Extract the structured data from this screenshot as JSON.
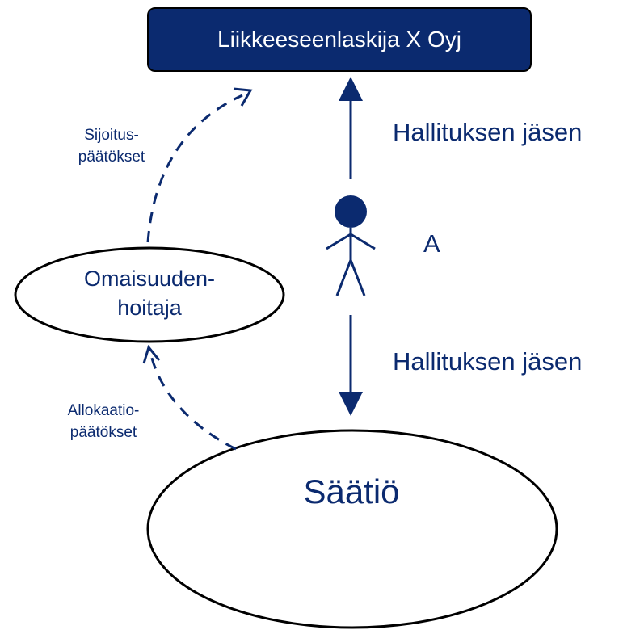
{
  "diagram": {
    "issuer": "Liikkeeseenlaskija X Oyj",
    "person": "A",
    "board_member_upper": "Hallituksen jäsen",
    "board_member_lower": "Hallituksen jäsen",
    "asset_manager_line1": "Omaisuuden-",
    "asset_manager_line2": "hoitaja",
    "foundation": "Säätiö",
    "investment_line1": "Sijoitus-",
    "investment_line2": "päätökset",
    "allocation_line1": "Allokaatio-",
    "allocation_line2": "päätökset",
    "colors": {
      "accent": "#0b2a6f",
      "outline": "#000000",
      "background": "#ffffff"
    }
  }
}
